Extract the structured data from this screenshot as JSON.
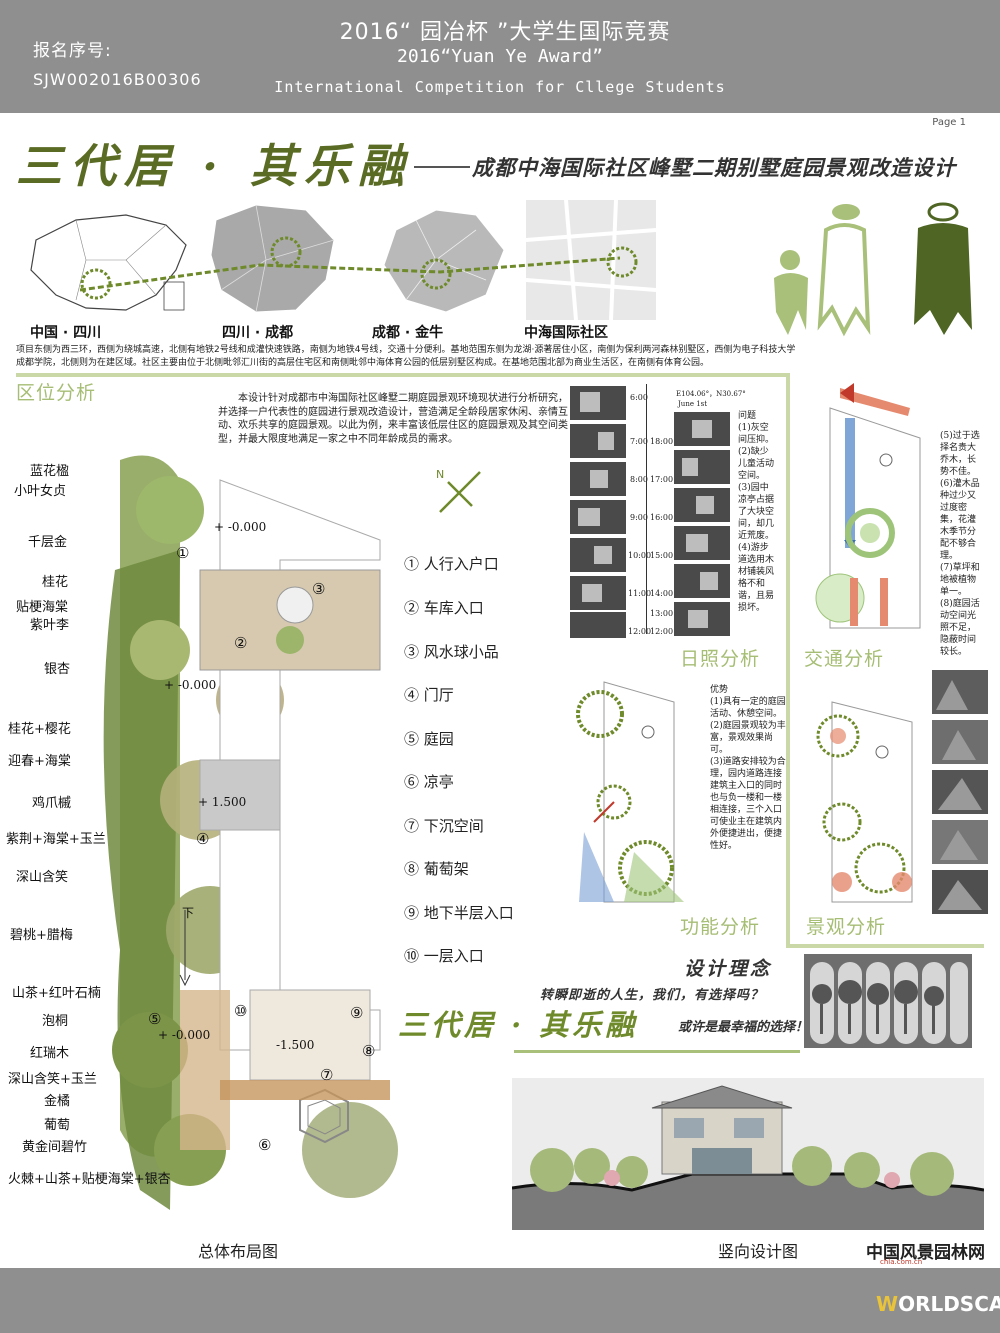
{
  "header": {
    "reg_label": "报名序号:",
    "reg_number": "SJW002016B00306",
    "comp_title": "2016“ 园冶杯 ”大学生国际竞赛",
    "comp_award": "2016“Yuan Ye Award”",
    "comp_subtitle": "International Competition for Cllege Students",
    "page": "Page 1"
  },
  "title": {
    "main": "三代居 · 其乐融",
    "sub": "成都中海国际社区峰墅二期别墅庭园景观改造设计"
  },
  "location": {
    "labels": [
      "中国 · 四川",
      "四川 · 成都",
      "成都 · 金牛",
      "中海国际社区"
    ],
    "description": "项目东侧为西三环，西侧为绕城高速，北侧有地铁2号线和成灌快速铁路，南侧为地铁4号线，交通十分便利。基地范围东侧为龙湖·源著居住小区，南侧为保利两河森林别墅区，西侧为电子科技大学成都学院，北侧则为在建区域。社区主要由位于北侧毗邻汇川街的高层住宅区和南侧毗邻中海体育公园的低层别墅区构成。在基地范围北部为商业生活区，在南侧有体育公园。"
  },
  "sections": {
    "location_analysis": "区位分析",
    "sunlight": "日照分析",
    "traffic": "交通分析",
    "function": "功能分析",
    "landscape": "景观分析",
    "concept": "设计理念"
  },
  "design_text": "本设计针对成都市中海国际社区峰墅二期庭园景观环境现状进行分析研究，并选择一户代表性的庭园进行景观改造设计，营造满足全龄段居家休闲、亲情互动、欢乐共享的庭园景观。以此为例，来丰富该低层住区的庭园景观及其空间类型，并最大限度地满足一家之中不同年龄成员的需求。",
  "plants": [
    "蓝花楹",
    "小叶女贞",
    "千层金",
    "桂花",
    "贴梗海棠",
    "紫叶李",
    "银杏",
    "桂花+樱花",
    "迎春+海棠",
    "鸡爪槭",
    "紫荆+海棠+玉兰",
    "深山含笑",
    "碧桃+腊梅",
    "山茶+红叶石楠",
    "泡桐",
    "红瑞木",
    "深山含笑+玉兰",
    "金橘",
    "葡萄",
    "黄金间碧竹",
    "火棘+山茶+贴梗海棠+银杏"
  ],
  "legend": [
    "① 人行入户口",
    "② 车库入口",
    "③ 风水球小品",
    "④ 门厅",
    "⑤ 庭园",
    "⑥ 凉亭",
    "⑦ 下沉空间",
    "⑧ 葡萄架",
    "⑨ 地下半层入口",
    "⑩ 一层入口"
  ],
  "elevations": {
    "e1": "+ -0.000",
    "e2": "+ -0.000",
    "e3": "+ 1.500",
    "e4": "+ -0.000",
    "e5": "-1.500",
    "down": "下"
  },
  "plan_numbers": [
    "①",
    "②",
    "③",
    "④",
    "⑤",
    "⑥",
    "⑦",
    "⑧",
    "⑨",
    "⑩"
  ],
  "sun_analysis": {
    "coord": "E104.06°，N30.67°",
    "date": "June 1st",
    "times_left": [
      "6:00",
      "7:00",
      "8:00",
      "9:00",
      "10:00",
      "11:00",
      "12:00"
    ],
    "times_right": [
      "18:00",
      "17:00",
      "16:00",
      "15:00",
      "14:00",
      "13:00",
      "12:00"
    ],
    "problems": "问题\n(1)灰空间压抑。\n(2)缺少儿童活动空间。\n(3)园中凉亭占据了大块空间，却几近荒废。\n(4)游步道选用木材铺装风格不和谐，且易损坏。"
  },
  "traffic_notes": "(5)过于选择名贵大乔木，长势不佳。\n(6)灌木品种过少又过度密集，花灌木季节分配不够合理。\n(7)草坪和地被植物单一。\n(8)庭园活动空间光照不足，隐蔽时间较长。",
  "advantages": "优势\n(1)具有一定的庭园活动、休憩空间。\n(2)庭园景观较为丰富，景观效果尚可。\n(3)道路安排较为合理，园内道路连接建筑主入口的同时也与负一楼和一楼相连接，三个入口可使业主在建筑内外便捷进出，便捷性好。",
  "concept": {
    "question": "转瞬即逝的人生，我们，有选择吗？",
    "title": "三代居 · 其乐融",
    "tail": "或许是最幸福的选择！"
  },
  "captions": {
    "plan": "总体布局图",
    "elevation": "竖向设计图"
  },
  "footer": {
    "brand": "中国风景园林网",
    "url": "chla.com.cn",
    "worldscape_w": "W",
    "worldscape_rest": "ORLDSCAPE"
  },
  "colors": {
    "header_gray": "#8f8f8f",
    "accent_green": "#a6bd74",
    "title_green": "#5a6b24"
  }
}
